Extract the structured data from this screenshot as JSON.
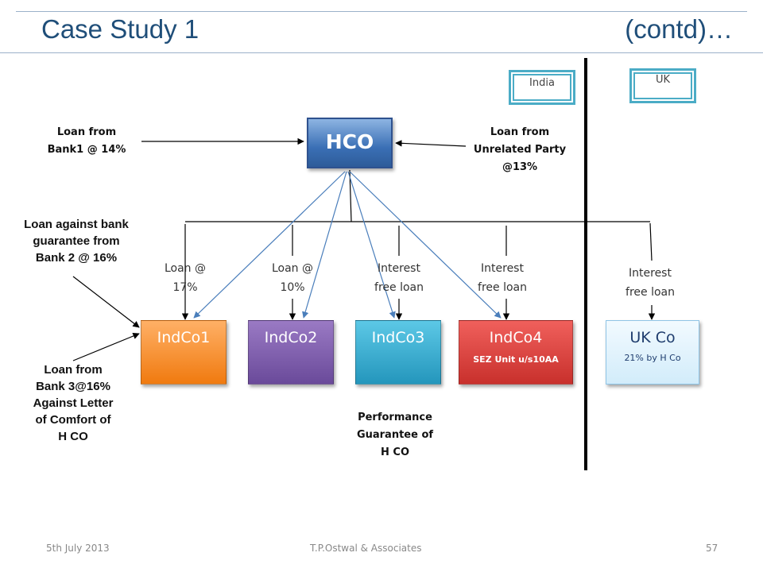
{
  "title": {
    "left": "Case Study 1",
    "right": "(contd)…"
  },
  "regions": {
    "india": "India",
    "uk": "UK"
  },
  "nodes": {
    "hco": "HCO",
    "indco1": "IndCo1",
    "indco2": "IndCo2",
    "indco3": "IndCo3",
    "indco4": {
      "name": "IndCo4",
      "sub": "SEZ Unit u/s10AA"
    },
    "ukco": {
      "name": "UK Co",
      "sub": "21% by H Co"
    }
  },
  "labels": {
    "loan_bank1": [
      "Loan from",
      "Bank1 @ 14%"
    ],
    "loan_unrelated": [
      "Loan from",
      "Unrelated Party",
      "@13%"
    ],
    "loan_bank_guarantee": [
      "Loan against bank",
      "guarantee from",
      "Bank 2 @ 16%"
    ],
    "loan_comfort": [
      "Loan from",
      "Bank 3@16%",
      "Against Letter",
      "of Comfort of",
      "H CO"
    ],
    "perf_guarantee": [
      "Performance",
      "Guarantee of",
      "H CO"
    ],
    "branch1": [
      "Loan @",
      "17%"
    ],
    "branch2": [
      "Loan @",
      "10%"
    ],
    "branch3": [
      "Interest",
      "free loan"
    ],
    "branch4": [
      "Interest",
      "free loan"
    ],
    "branch5": [
      "Interest",
      "free loan"
    ]
  },
  "footer": {
    "date": "5th July 2013",
    "firm": "T.P.Ostwal & Associates",
    "page": "57"
  },
  "colors": {
    "title": "#1f4e79",
    "region_border": "#4bacc6",
    "guarantee_line": "#4a7ebb"
  }
}
